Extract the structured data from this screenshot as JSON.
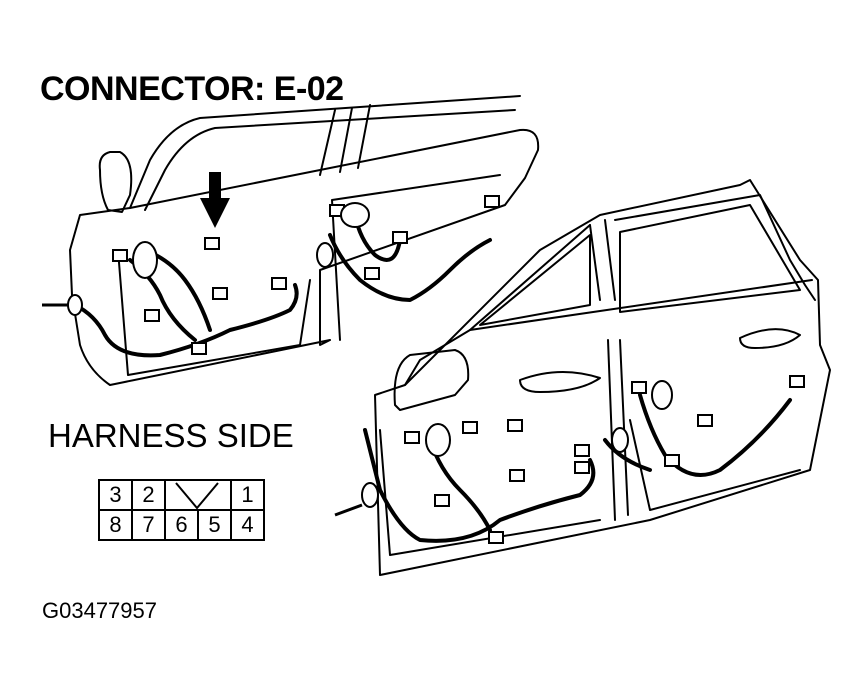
{
  "title": "CONNECTOR: E-02",
  "subtitle": "HARNESS SIDE",
  "figure_id": "G03477957",
  "pins": {
    "top_row": [
      "3",
      "2",
      "",
      "",
      "1"
    ],
    "bottom_row": [
      "8",
      "7",
      "6",
      "5",
      "4"
    ]
  },
  "colors": {
    "ink": "#000000",
    "paper": "#ffffff"
  }
}
